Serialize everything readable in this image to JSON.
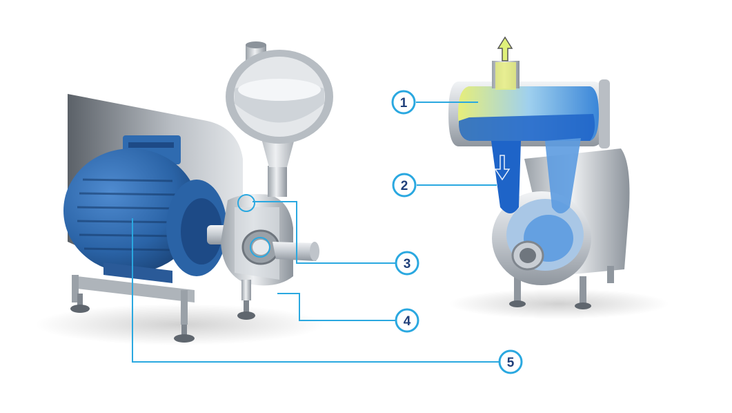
{
  "diagram": {
    "callouts": [
      {
        "number": "1",
        "target": "separation-chamber"
      },
      {
        "number": "2",
        "target": "liquid-return-channel"
      },
      {
        "number": "3",
        "target": "impeller-seal"
      },
      {
        "number": "4",
        "target": "drain-valve"
      },
      {
        "number": "5",
        "target": "electric-motor"
      }
    ],
    "colors": {
      "callout_line": "#2aa8e0",
      "callout_ring": "#2aa8e0",
      "callout_text": "#1f3f7a",
      "motor_blue": "#2a63a6",
      "steel": "#c9ced4",
      "liquid_blue": "#1e64c8",
      "gas_yellow": "#e6ee7a",
      "arrow_fill": "#dff07a"
    },
    "icons": [
      "arrow-up-icon",
      "arrow-down-icon"
    ]
  }
}
